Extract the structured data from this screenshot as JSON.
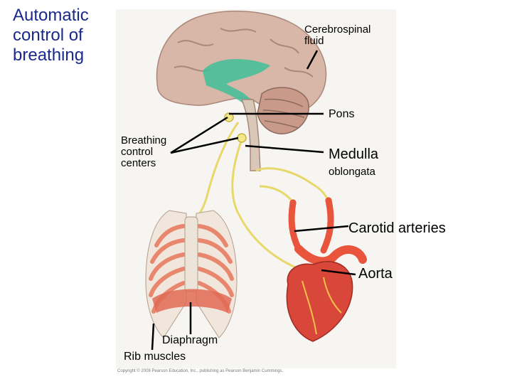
{
  "title": [
    "Automatic",
    "control of",
    "breathing"
  ],
  "labels": {
    "csf": [
      "Cerebrospinal",
      "fluid"
    ],
    "pons": "Pons",
    "breathing_centers": [
      "Breathing",
      "control",
      "centers"
    ],
    "medulla": "Medulla",
    "oblongata": "oblongata",
    "carotid": "Carotid arteries",
    "aorta": "Aorta",
    "diaphragm": "Diaphragm",
    "rib_muscles": "Rib muscles"
  },
  "copyright": "Copyright © 2008 Pearson Education, Inc., publishing as Pearson Benjamin Cummings.",
  "colors": {
    "title": "#1a2a8a",
    "brain": "#d9b7a8",
    "csf": "#3fbf9a",
    "nerve": "#f2e88a",
    "artery": "#e8553c",
    "rib": "#e9876e",
    "background_panel": "#f6f5f1"
  }
}
